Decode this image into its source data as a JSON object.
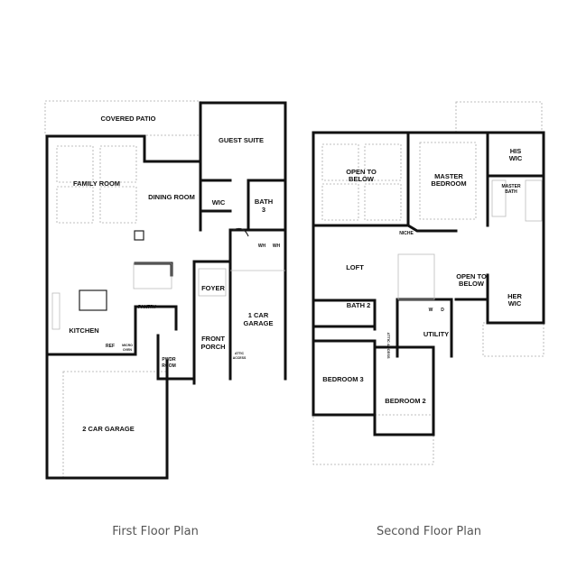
{
  "first_floor": {
    "caption": "First Floor Plan",
    "rooms": {
      "covered_patio": "COVERED PATIO",
      "guest_suite": "GUEST SUITE",
      "family_room": "FAMILY ROOM",
      "dining_room": "DINING ROOM",
      "wic": "WIC",
      "bath3_a": "BATH",
      "bath3_b": "3",
      "wh1": "WH",
      "wh2": "WH",
      "foyer": "FOYER",
      "pantry": "PANTRY",
      "garage1_a": "1 CAR",
      "garage1_b": "GARAGE",
      "porch_a": "FRONT",
      "porch_b": "PORCH",
      "kitchen": "KITCHEN",
      "ref": "REF",
      "micro_a": "MICRO",
      "micro_b": "OVEN",
      "pwdr_a": "PWDR",
      "pwdr_b": "ROOM",
      "attic_a": "ATTIC",
      "attic_b": "ACCESS",
      "garage2": "2 CAR GARAGE"
    }
  },
  "second_floor": {
    "caption": "Second Floor Plan",
    "rooms": {
      "open1_a": "OPEN TO",
      "open1_b": "BELOW",
      "master_a": "MASTER",
      "master_b": "BEDROOM",
      "his_a": "HIS",
      "his_b": "WIC",
      "mbath_a": "MASTER",
      "mbath_b": "BATH",
      "niche": "NICHE",
      "loft": "LOFT",
      "open2_a": "OPEN TO",
      "open2_b": "BELOW",
      "her_a": "HER",
      "her_b": "WIC",
      "bath2": "BATH 2",
      "w": "W",
      "d": "D",
      "utility": "UTILITY",
      "attic": "ATTIC ACCESS",
      "bed3": "BEDROOM 3",
      "bed2": "BEDROOM 2"
    }
  }
}
